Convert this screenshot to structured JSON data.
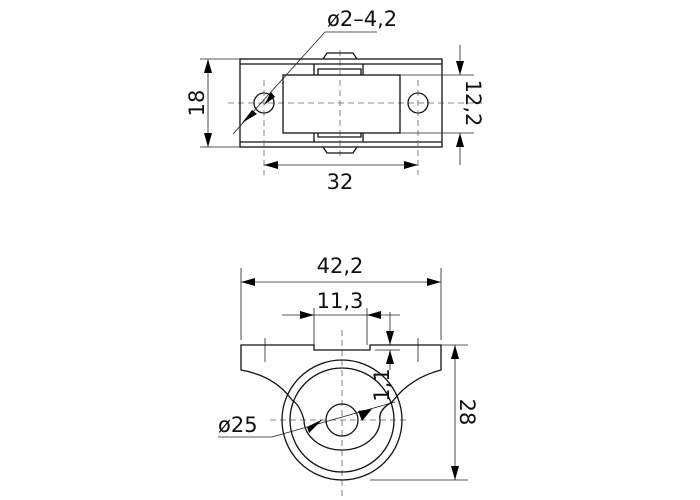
{
  "top_view": {
    "hole_label": "ø2–4,2",
    "height_label": "18",
    "wheel_width_label": "12,2",
    "hole_spacing_label": "32"
  },
  "side_view": {
    "width_label": "42,2",
    "notch_label": "11,3",
    "notch_depth_label": "1,1",
    "wheel_diameter_label": "ø25",
    "height_label": "28"
  }
}
